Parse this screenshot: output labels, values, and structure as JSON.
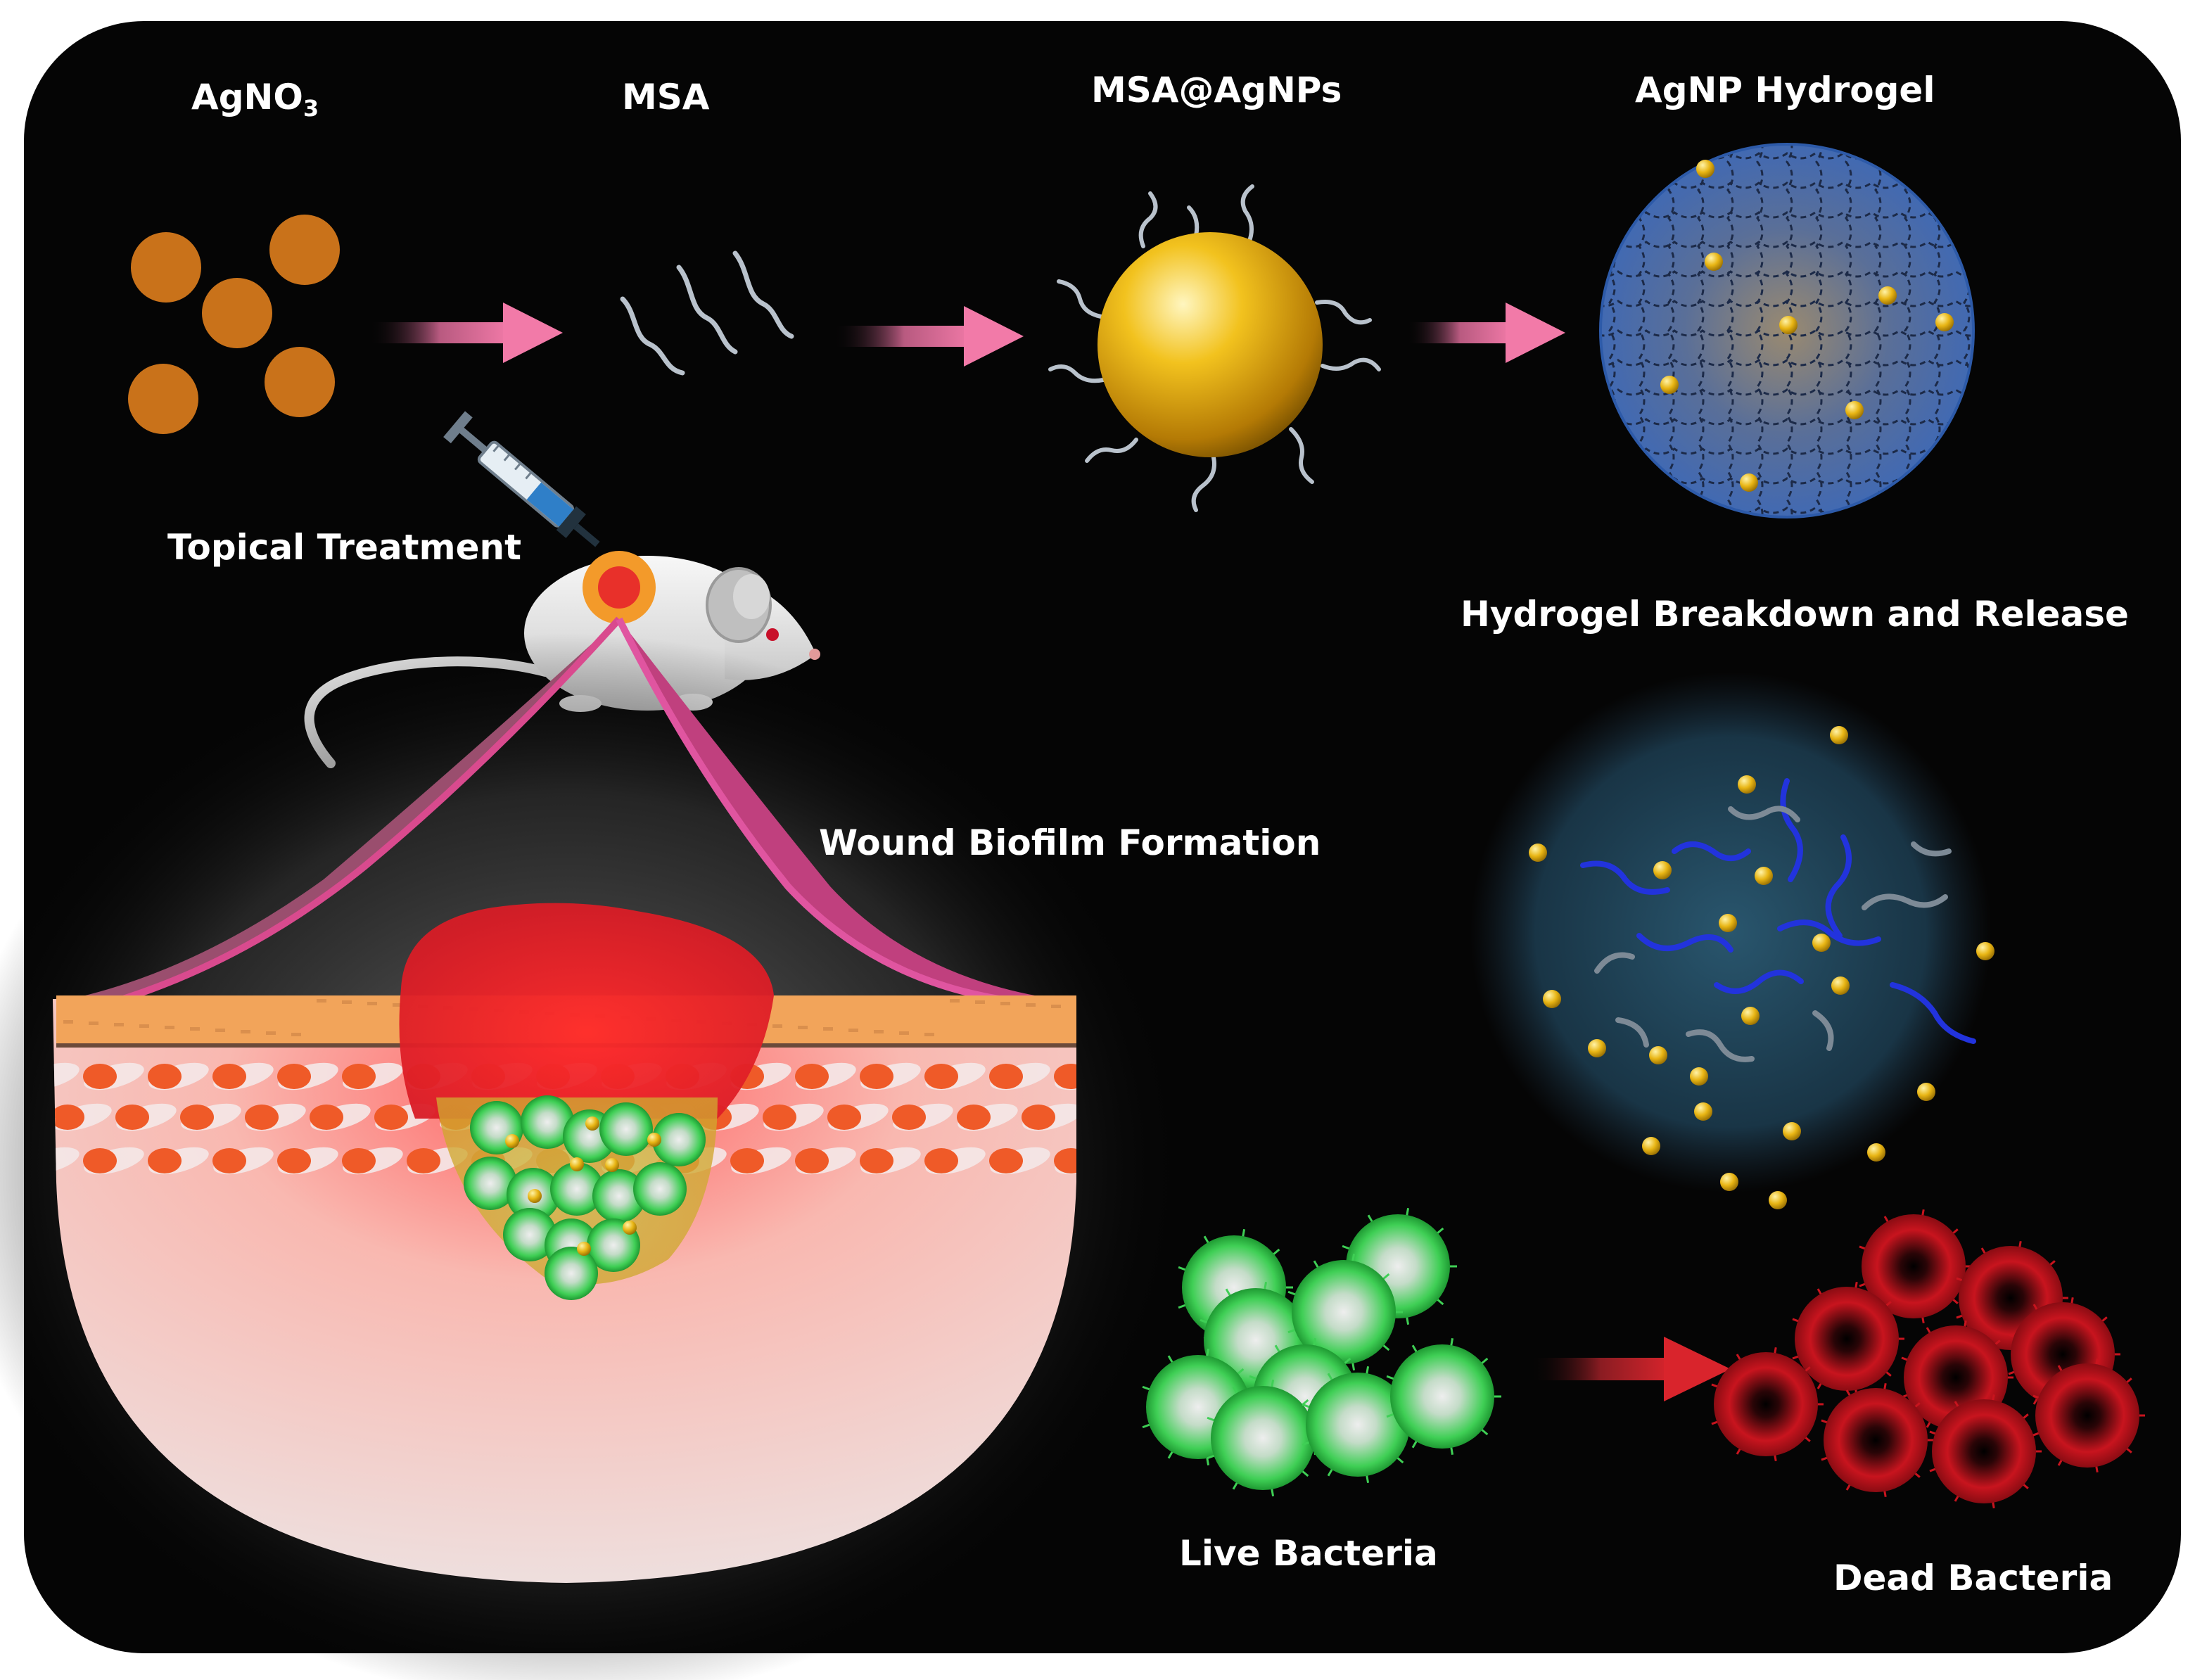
{
  "labels": {
    "agno3": "AgNO",
    "agno3_sub": "3",
    "msa": "MSA",
    "msa_agnps": "MSA@AgNPs",
    "agnp_hydrogel": "AgNP Hydrogel",
    "topical": "Topical Treatment",
    "breakdown": "Hydrogel Breakdown and Release",
    "biofilm": "Wound Biofilm Formation",
    "live": "Live Bacteria",
    "dead": "Dead Bacteria"
  },
  "icons": [
    "agno3-particles-icon",
    "msa-ligand-icon",
    "gold-nanoparticle-icon",
    "hydrogel-sphere-icon",
    "syringe-icon",
    "mouse-icon",
    "skin-wound-icon",
    "degraded-hydrogel-icon",
    "live-bacteria-icon",
    "dead-bacteria-icon",
    "flow-arrow-icon"
  ],
  "colors": {
    "background": "#050505",
    "arrow_pink": "#f27aa8",
    "agno3": "#c9721a",
    "gold": "#e3ad12",
    "hydrogel_blue": "#3c68b8",
    "live_green": "#3fcf55",
    "dead_red": "#c8141e",
    "wound_red": "#e0232e"
  }
}
